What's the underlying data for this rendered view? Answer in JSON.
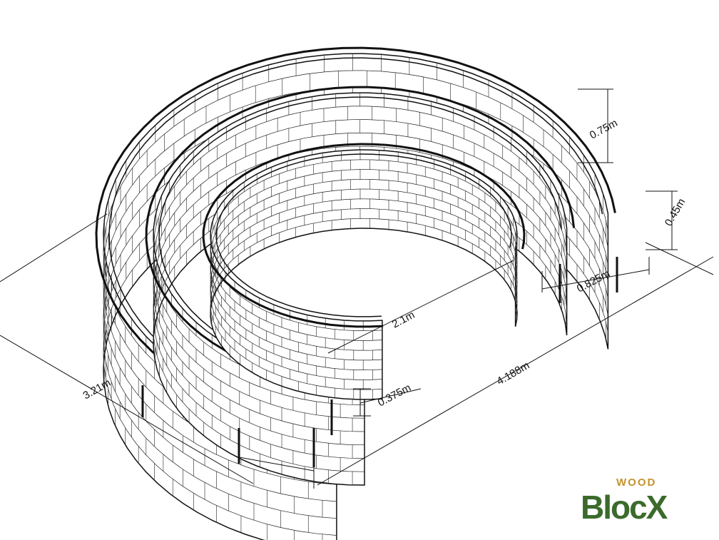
{
  "dimensions": {
    "top_height": "0.75m",
    "mid_height": "0.45m",
    "end_width": "0.825m",
    "inner_span": "2.1m",
    "overall_width": "4.188m",
    "depth": "3.21m",
    "step_height": "0.375m"
  },
  "logo": {
    "top": "WOOD",
    "main": "BlocX",
    "colors": {
      "top": "#c4922d",
      "main": "#3b6b2c"
    }
  }
}
